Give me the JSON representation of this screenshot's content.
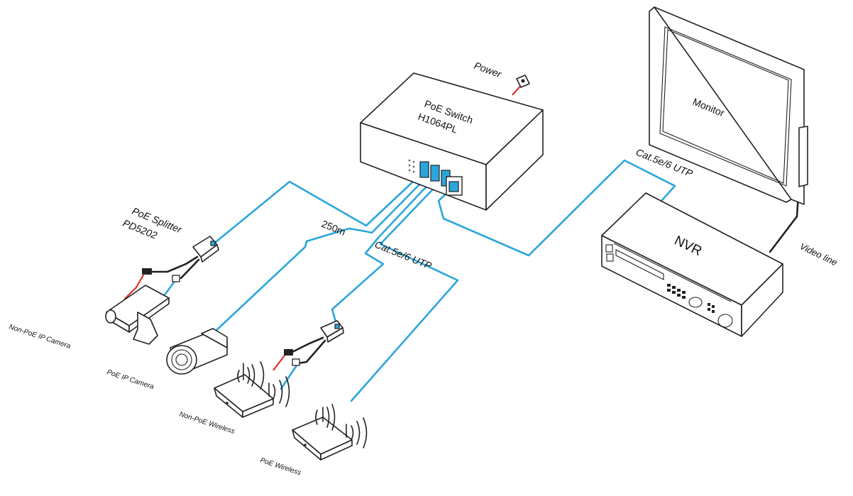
{
  "colors": {
    "cable": "#2ba6dc",
    "power_cable": "#d9302a",
    "outline": "#222222"
  },
  "icons": [
    "poe-switch-icon",
    "power-socket-icon",
    "poe-splitter-icon",
    "ip-camera-icon",
    "bullet-camera-icon",
    "wireless-router-icon",
    "nvr-icon",
    "monitor-icon"
  ],
  "labels": {
    "power": "Power",
    "switch_line1": "PoE  Switch",
    "switch_line2": "H1064PL",
    "monitor": "Monitor",
    "nvr": "NVR",
    "cat_top": "Cat.5e/6 UTP",
    "cat_mid": "Cat.5e/6 UTP",
    "video_line": "Video line",
    "splitter_line1": "PoE Splitter",
    "splitter_line2": "PD5202",
    "distance": "250m",
    "non_poe_camera": "Non-PoE IP  Camera",
    "poe_camera": "PoE IP  Camera",
    "non_poe_wireless": "Non-PoE Wireless",
    "poe_wireless": "PoE Wireless"
  }
}
